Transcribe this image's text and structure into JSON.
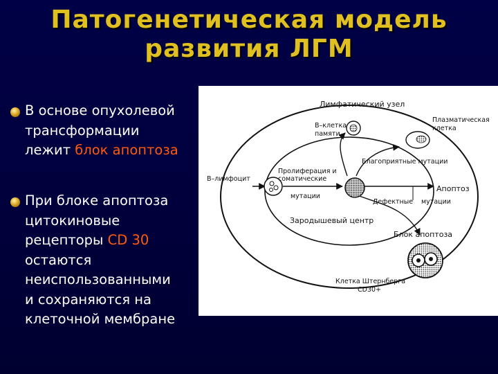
{
  "slide": {
    "title": {
      "line1": "Патогенетическая модель",
      "line2": "развития ЛГМ"
    },
    "colors": {
      "background": "#00003c",
      "title": "#e0c020",
      "text": "#ffffff",
      "highlight": "#ff5a10"
    },
    "bullets": [
      {
        "lines": [
          [
            "В основе опухолевой"
          ],
          [
            "трансформации"
          ],
          [
            "лежит ",
            "блок апоптоза"
          ]
        ]
      },
      {
        "lines": [
          [
            "При блоке апоптоза"
          ],
          [
            "цитокиновые"
          ],
          [
            "рецепторы ",
            "CD 30"
          ],
          [
            "остаются"
          ],
          [
            "неиспользованными"
          ],
          [
            "и сохраняются на"
          ],
          [
            "клеточной мембране"
          ]
        ]
      }
    ]
  },
  "diagram": {
    "labels": {
      "lymph_node": "Лимфатический узел",
      "b_memory_1": "В–клетка",
      "b_memory_2": "памяти",
      "plasma_1": "Плазматическая",
      "plasma_2": "клетка",
      "favorable": "Благоприятные мутации",
      "prolif_1": "Пролиферация и",
      "prolif_2": "соматические",
      "prolif_3": "мутации",
      "b_lymph": "В–лимфоцит",
      "apoptosis": "Апоптоз",
      "defective_1": "Дефектные",
      "defective_2": "мутации",
      "germinal": "Зародышевый центр",
      "block": "Блок апоптоза",
      "rs_1": "Клетка Штернберга",
      "rs_2": "CD30+"
    }
  }
}
